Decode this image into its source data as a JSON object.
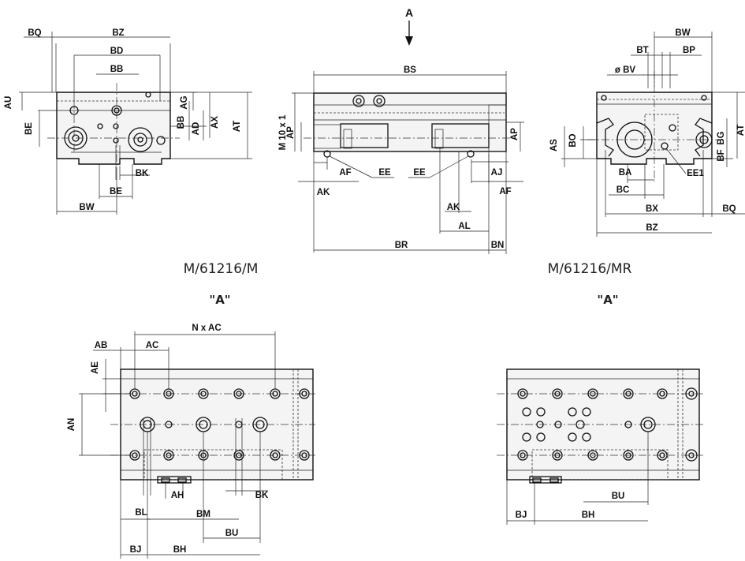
{
  "view_marker": "A",
  "labels": {
    "front": {
      "BQ": "BQ",
      "BZ": "BZ",
      "BD": "BD",
      "BB_top": "BB",
      "AU": "AU",
      "BE_left": "BE",
      "AG": "AG",
      "BB_right": "BB",
      "AD": "AD",
      "AX": "AX",
      "AT": "AT",
      "BK": "BK",
      "BE_bottom": "BE",
      "BW": "BW"
    },
    "side": {
      "BS": "BS",
      "M10": "M 10 x 1",
      "AP_left": "AP",
      "AP_right": "AP",
      "AF_left": "AF",
      "EE1": "EE",
      "EE2": "EE",
      "AJ": "AJ",
      "AK_left": "AK",
      "AF_right": "AF",
      "AK_mid": "AK",
      "AL": "AL",
      "BR": "BR",
      "BN": "BN"
    },
    "rear": {
      "BW": "BW",
      "BT": "BT",
      "BP": "BP",
      "BV": "ø BV",
      "AS": "AS",
      "BO": "BO",
      "AT": "AT",
      "BG": "BG",
      "BF": "BF",
      "BA": "BA",
      "EE1": "EE1",
      "BC": "BC",
      "BX": "BX",
      "BQ": "BQ",
      "BZ": "BZ"
    },
    "bottom_left": {
      "NxAC": "N x AC",
      "AB": "AB",
      "AC": "AC",
      "AE": "AE",
      "AN": "AN",
      "AH": "AH",
      "BK": "BK",
      "BL": "BL",
      "BM": "BM",
      "BU": "BU",
      "BJ": "BJ",
      "BH": "BH"
    },
    "bottom_right": {
      "BU": "BU",
      "BJ": "BJ",
      "BH": "BH"
    }
  },
  "captions": {
    "model_m": "M/61216/M",
    "model_mr": "M/61216/MR",
    "view_a_left": "\"A\"",
    "view_a_right": "\"A\""
  }
}
